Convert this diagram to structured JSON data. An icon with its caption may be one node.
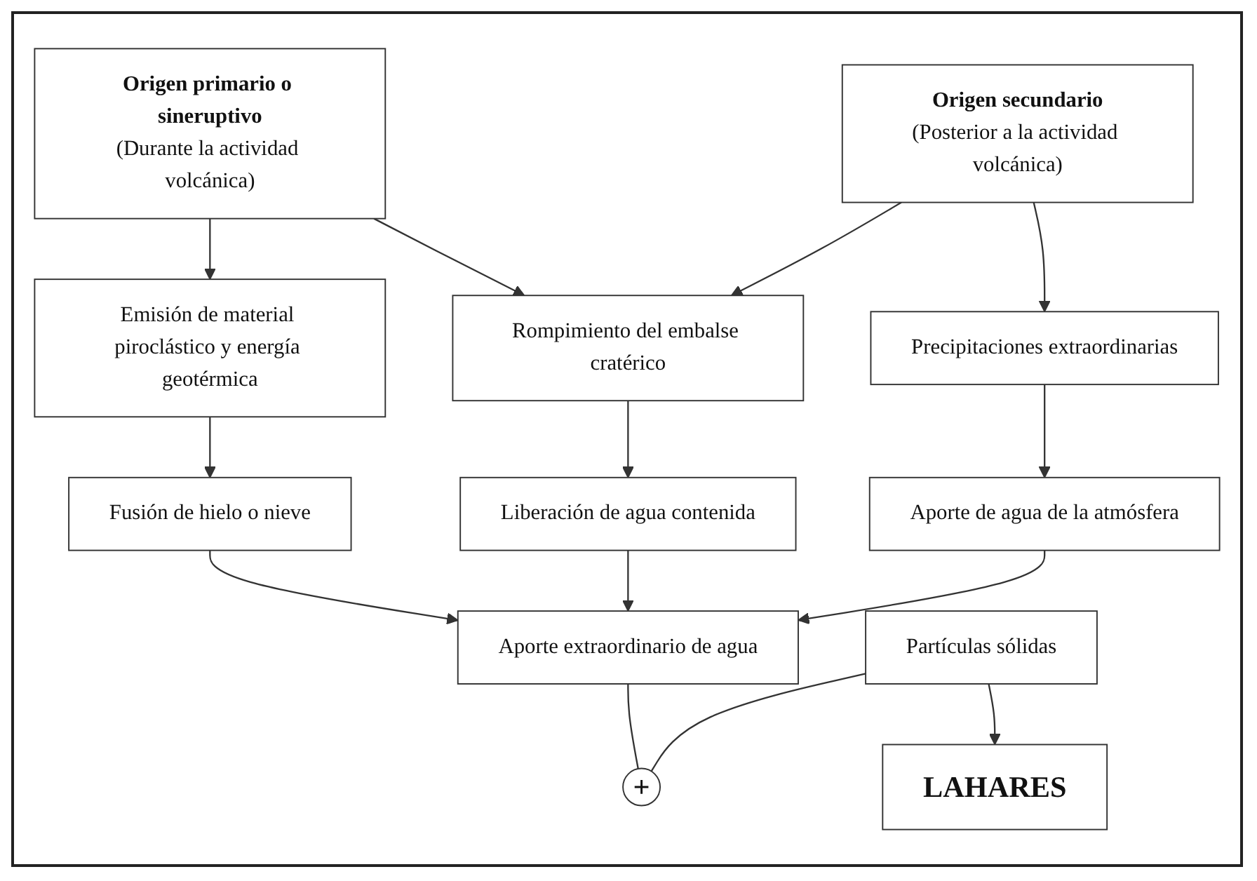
{
  "diagram": {
    "nodes": [
      {
        "text": [
          "Origen primario o sineruptivo",
          "(Durante la actividad volcánica)"
        ]
      },
      {
        "text": [
          "Origen secundario",
          "(Posterior a la actividad volcánica)"
        ]
      },
      {
        "text": [
          "Emisión de material piroclástico y energía geotérmica"
        ]
      },
      {
        "text": [
          "Rompimiento del embalse cratérico"
        ]
      },
      {
        "text": [
          "Precipitaciones extraordinarias"
        ]
      },
      {
        "text": [
          "Fusión de hielo o nieve"
        ]
      },
      {
        "text": [
          "Liberación de agua contenida"
        ]
      },
      {
        "text": [
          "Aporte de agua de la atmósfera"
        ]
      },
      {
        "text": [
          "Aporte extraordinario de agua"
        ]
      },
      {
        "text": [
          "+"
        ]
      },
      {
        "text": [
          "Partículas sólidas"
        ]
      },
      {
        "text": [
          "LAHARES"
        ]
      }
    ],
    "edges": [
      {
        "from": 0,
        "to": 2,
        "arrow": "to"
      },
      {
        "from": 0,
        "to": 3,
        "arrow": "to"
      },
      {
        "from": 1,
        "to": 3,
        "arrow": "to"
      },
      {
        "from": 1,
        "to": 4,
        "arrow": "to"
      },
      {
        "from": 2,
        "to": 5,
        "arrow": "to"
      },
      {
        "from": 3,
        "to": 6,
        "arrow": "to"
      },
      {
        "from": 4,
        "to": 7,
        "arrow": "to"
      },
      {
        "from": 5,
        "to": 8,
        "arrow": "to"
      },
      {
        "from": 6,
        "to": 8,
        "arrow": "to"
      },
      {
        "from": 7,
        "to": 8,
        "arrow": "to"
      },
      {
        "from": 8,
        "to": 9,
        "arrow": "none"
      },
      {
        "from": 10,
        "to": 9,
        "arrow": "none"
      },
      {
        "from": 10,
        "to": 11,
        "arrow": "to"
      }
    ]
  }
}
